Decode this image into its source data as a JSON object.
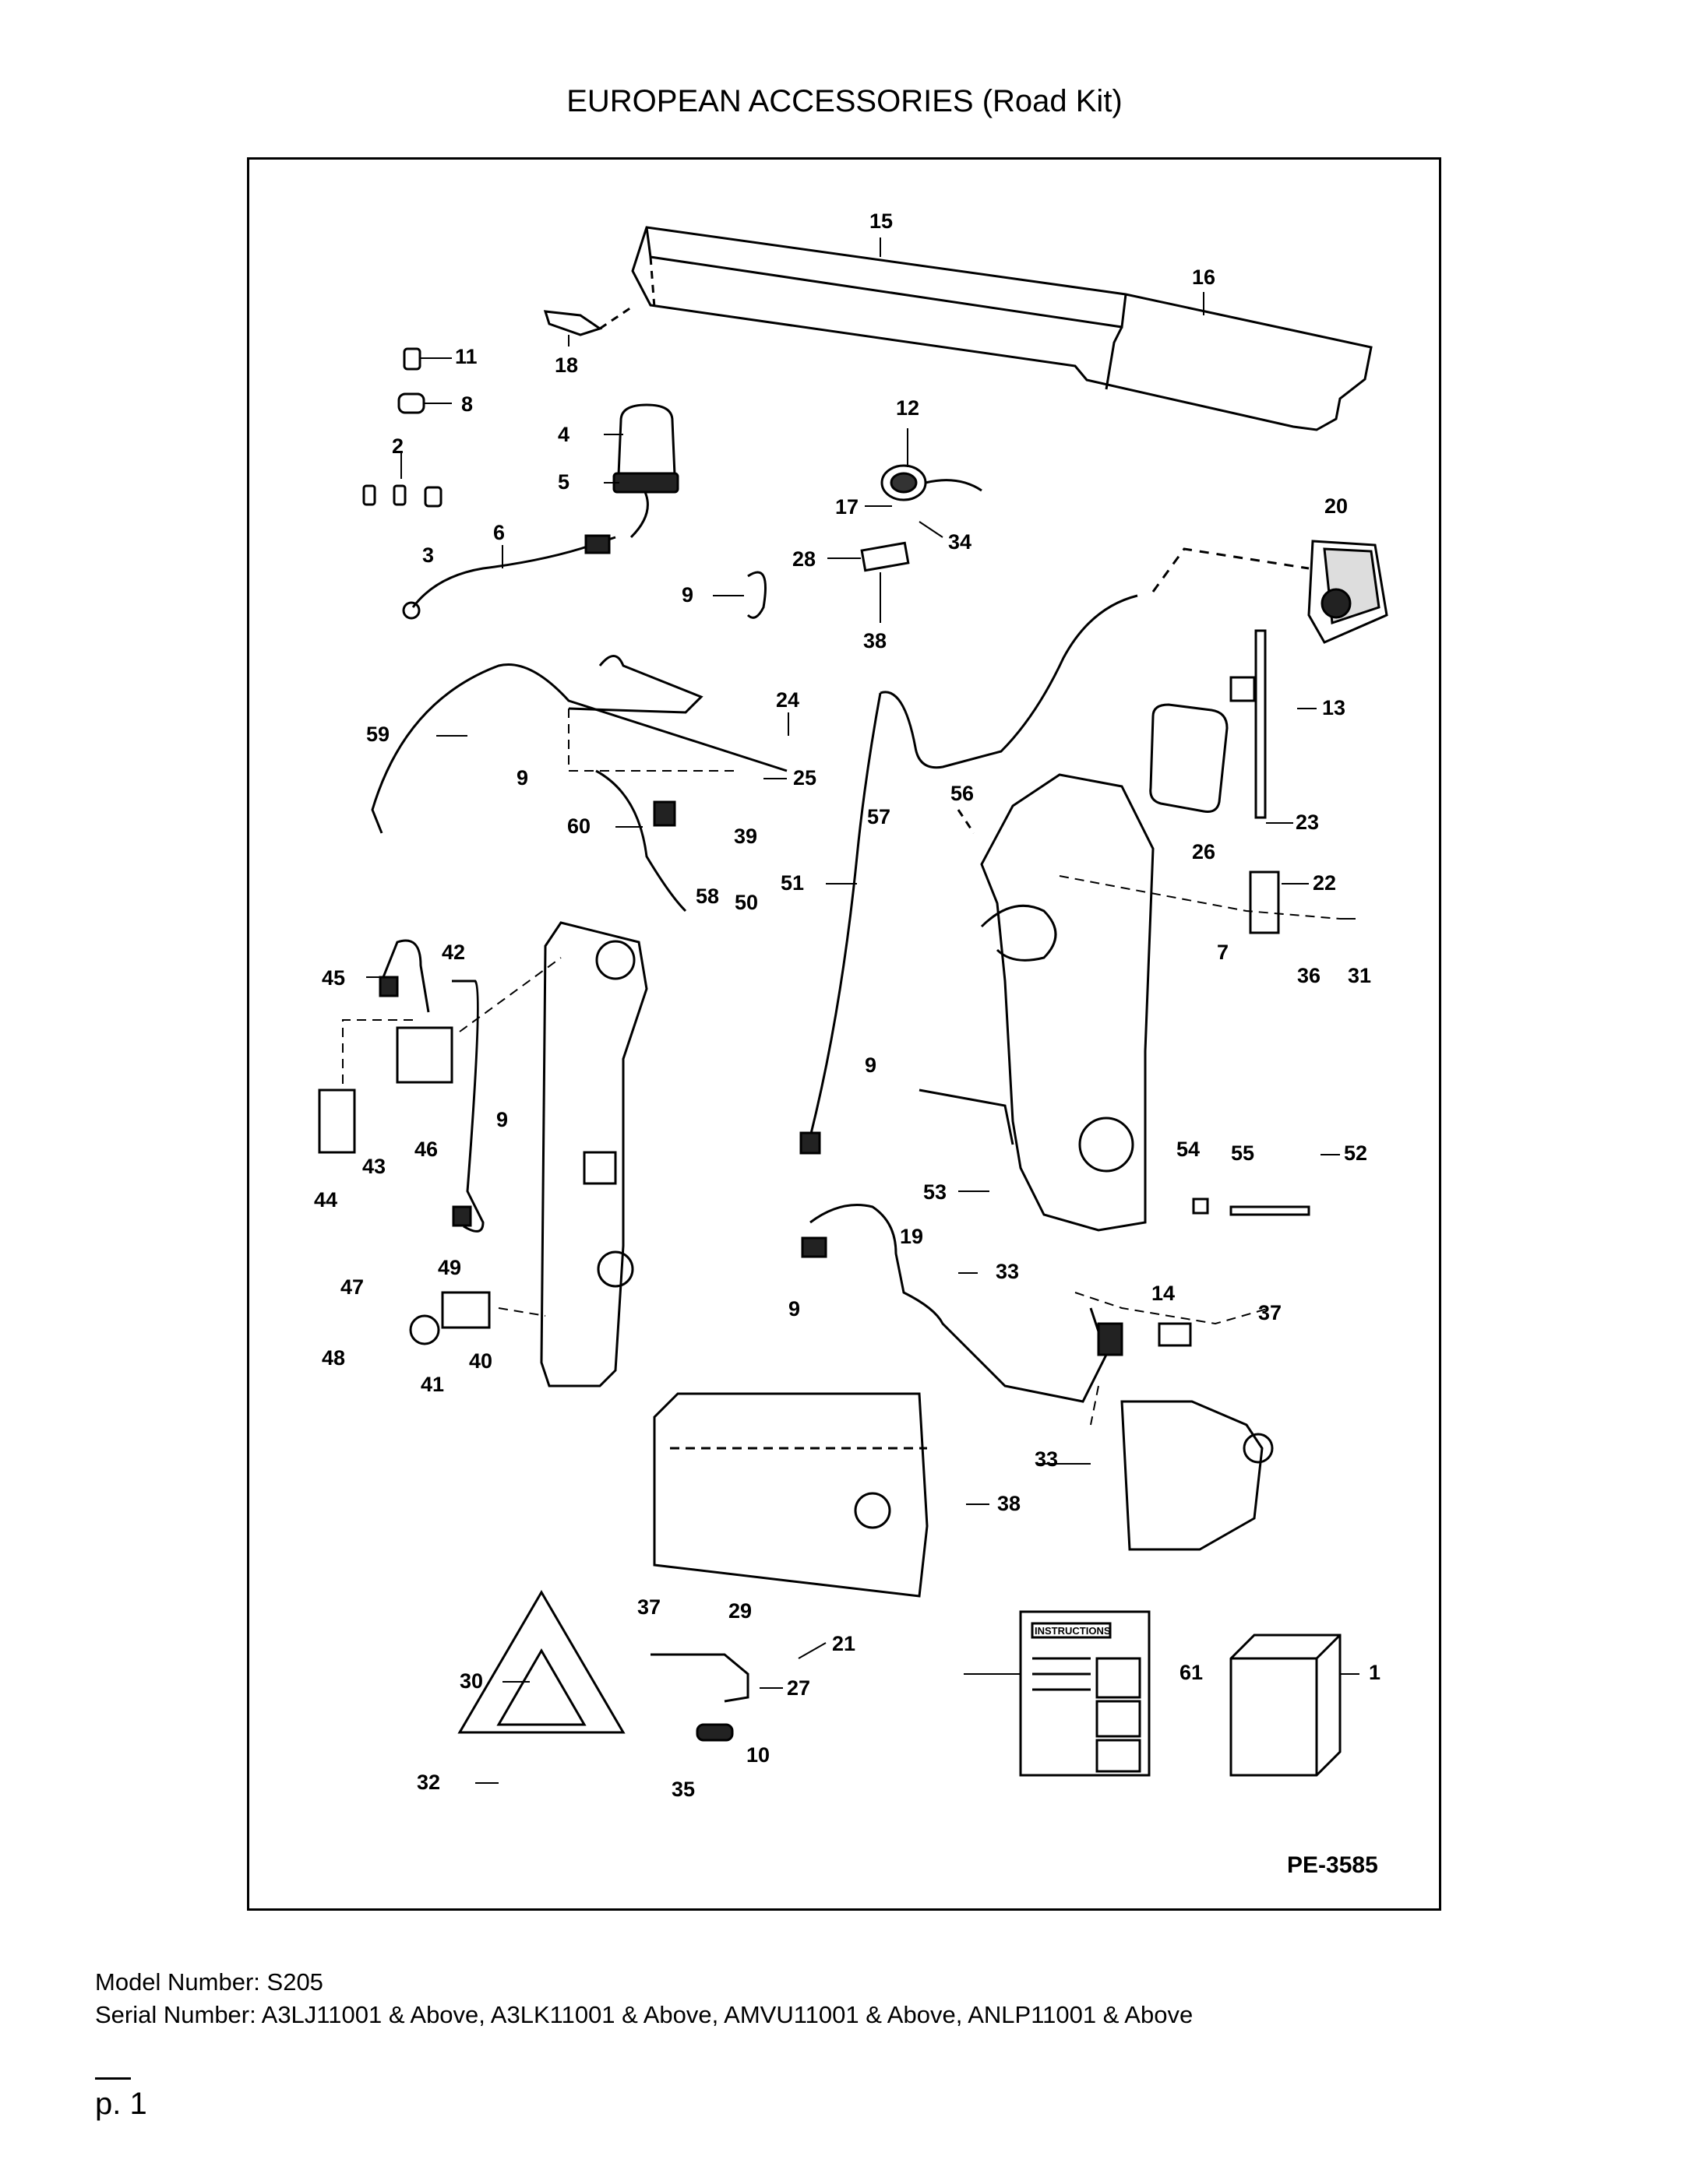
{
  "title": "EUROPEAN ACCESSORIES (Road Kit)",
  "figure_code": "PE-3585",
  "instructions_label": "INSTRUCTIONS",
  "callouts": {
    "c1": "1",
    "c2": "2",
    "c3": "3",
    "c4": "4",
    "c5": "5",
    "c6": "6",
    "c7": "7",
    "c8": "8",
    "c9a": "9",
    "c9b": "9",
    "c9c": "9",
    "c9d": "9",
    "c9e": "9",
    "c10": "10",
    "c11": "11",
    "c12": "12",
    "c13": "13",
    "c14": "14",
    "c15": "15",
    "c16": "16",
    "c17": "17",
    "c18": "18",
    "c19": "19",
    "c20": "20",
    "c21": "21",
    "c22": "22",
    "c23": "23",
    "c24": "24",
    "c25": "25",
    "c26": "26",
    "c27": "27",
    "c28": "28",
    "c29": "29",
    "c30": "30",
    "c31": "31",
    "c32": "32",
    "c33a": "33",
    "c33b": "33",
    "c34": "34",
    "c35": "35",
    "c36": "36",
    "c37a": "37",
    "c37b": "37",
    "c38a": "38",
    "c38b": "38",
    "c39": "39",
    "c40": "40",
    "c41": "41",
    "c42": "42",
    "c43": "43",
    "c44": "44",
    "c45": "45",
    "c46": "46",
    "c47": "47",
    "c48": "48",
    "c49": "49",
    "c50": "50",
    "c51": "51",
    "c52": "52",
    "c53": "53",
    "c54": "54",
    "c55": "55",
    "c56": "56",
    "c57": "57",
    "c58": "58",
    "c59": "59",
    "c60": "60",
    "c61": "61"
  },
  "model_number": "Model Number: S205",
  "serial_number": "Serial Number: A3LJ11001 & Above, A3LK11001 & Above, AMVU11001 & Above, ANLP11001 & Above",
  "page_number": "p. 1"
}
